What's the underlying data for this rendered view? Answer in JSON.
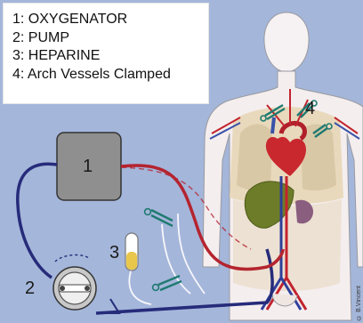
{
  "legend": {
    "items": [
      {
        "label": "1: OXYGENATOR"
      },
      {
        "label": "2: PUMP"
      },
      {
        "label": "3: HEPARINE"
      },
      {
        "label": "4: Arch Vessels Clamped"
      }
    ]
  },
  "callouts": {
    "oxygenator": "1",
    "pump": "2",
    "heparine": "3",
    "arch_vessels": "4"
  },
  "credit": "© B.Vincent",
  "colors": {
    "background": "#9fb2d8",
    "arterial_line": "#b4242f",
    "venous_line": "#262b7a",
    "oxygenator": "#8e8e8e",
    "body_skin": "#f4eeef",
    "liver": "#6b7a2a",
    "heparine": "#e8c74c"
  }
}
